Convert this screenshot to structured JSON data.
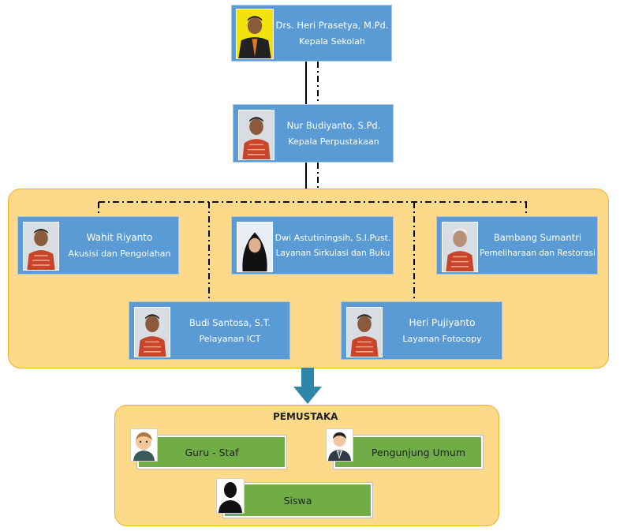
{
  "head": {
    "name": "Drs. Heri Prasetya, M.Pd.",
    "role": "Kepala Sekolah"
  },
  "librarian_head": {
    "name": "Nur Budiyanto, S.Pd.",
    "role": "Kepala Perpustakaan"
  },
  "staff": [
    {
      "name": "Wahit Riyanto",
      "role": "Akusisi dan Pengolahan"
    },
    {
      "name": "Dwi Astutiningsih, S.I.Pust.",
      "role": "Layanan Sirkulasi dan Buku"
    },
    {
      "name": "Bambang Sumantri",
      "role": "Pemeliharaan dan Restorasi"
    },
    {
      "name": "Budi Santosa, S.T.",
      "role": "Pelayanan ICT"
    },
    {
      "name": "Heri Pujiyanto",
      "role": "Layanan Fotocopy"
    }
  ],
  "users": {
    "title": "PEMUSTAKA",
    "groups": [
      {
        "label": "Guru - Staf",
        "icon": "teacher-icon"
      },
      {
        "label": "Pengunjung Umum",
        "icon": "businessman-icon"
      },
      {
        "label": "Siswa",
        "icon": "student-silhouette-icon"
      }
    ]
  },
  "colors": {
    "node_blue": "#5b9bd5",
    "panel_fill": "#fdd98a",
    "panel_border": "#f0b020",
    "group_green": "#70ad47",
    "arrow_teal": "#2e86a8",
    "shirt_red": "#c8442a",
    "head_photo_bg": "#f2e20e"
  }
}
